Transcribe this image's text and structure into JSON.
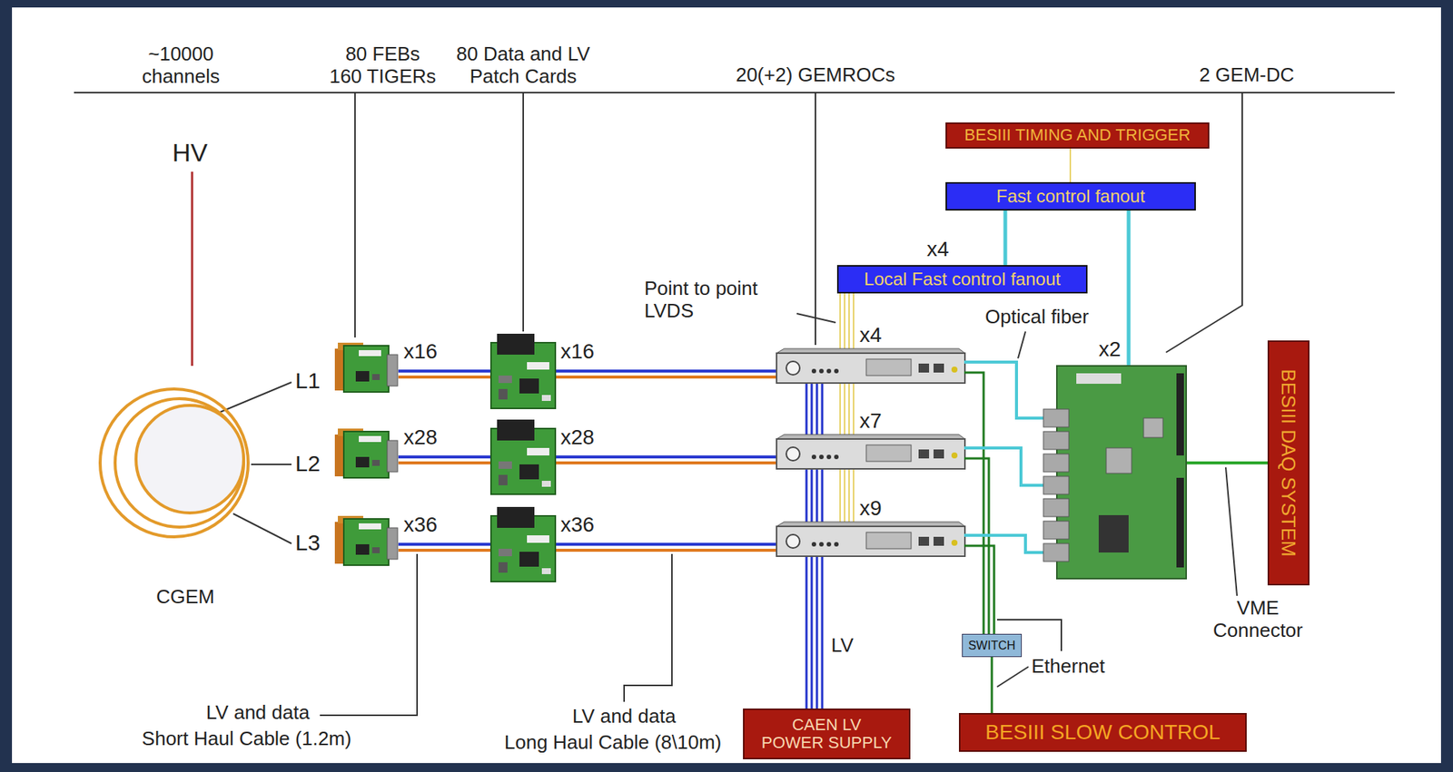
{
  "diagram": {
    "nodes": [
      {
        "text": [
          "BESIII TIMING AND TRIGGER"
        ]
      },
      {
        "text": [
          "Fast control fanout"
        ]
      },
      {
        "text": [
          "Local Fast control fanout"
        ]
      },
      {
        "text": [
          "BESIII DAQ SYSTEM"
        ]
      },
      {
        "text": [
          "SWITCH"
        ]
      },
      {
        "text": [
          "CAEN LV POWER SUPPLY"
        ]
      },
      {
        "text": [
          "BESIII SLOW CONTROL"
        ]
      }
    ],
    "edges": [
      {
        "from": 0,
        "to": 1,
        "arrow": "none"
      },
      {
        "from": 1,
        "to": 2,
        "arrow": "none"
      },
      {
        "from": 4,
        "to": 6,
        "arrow": "none"
      }
    ],
    "labels": [
      "~10000 channels",
      "80 FEBs 160 TIGERs",
      "80 Data and LV Patch Cards",
      "20(+2) GEMROCs",
      "2 GEM-DC",
      "HV",
      "L1",
      "L2",
      "L3",
      "CGEM",
      "x16",
      "x16",
      "x28",
      "x28",
      "x36",
      "x36",
      "x4",
      "x4",
      "x7",
      "x9",
      "x2",
      "Point to point LVDS",
      "Optical fiber",
      "VME Connector",
      "LV",
      "Ethernet",
      "LV and data",
      "Short Haul Cable (1.2m)",
      "LV and data",
      "Long Haul Cable (8\\10m)"
    ]
  }
}
